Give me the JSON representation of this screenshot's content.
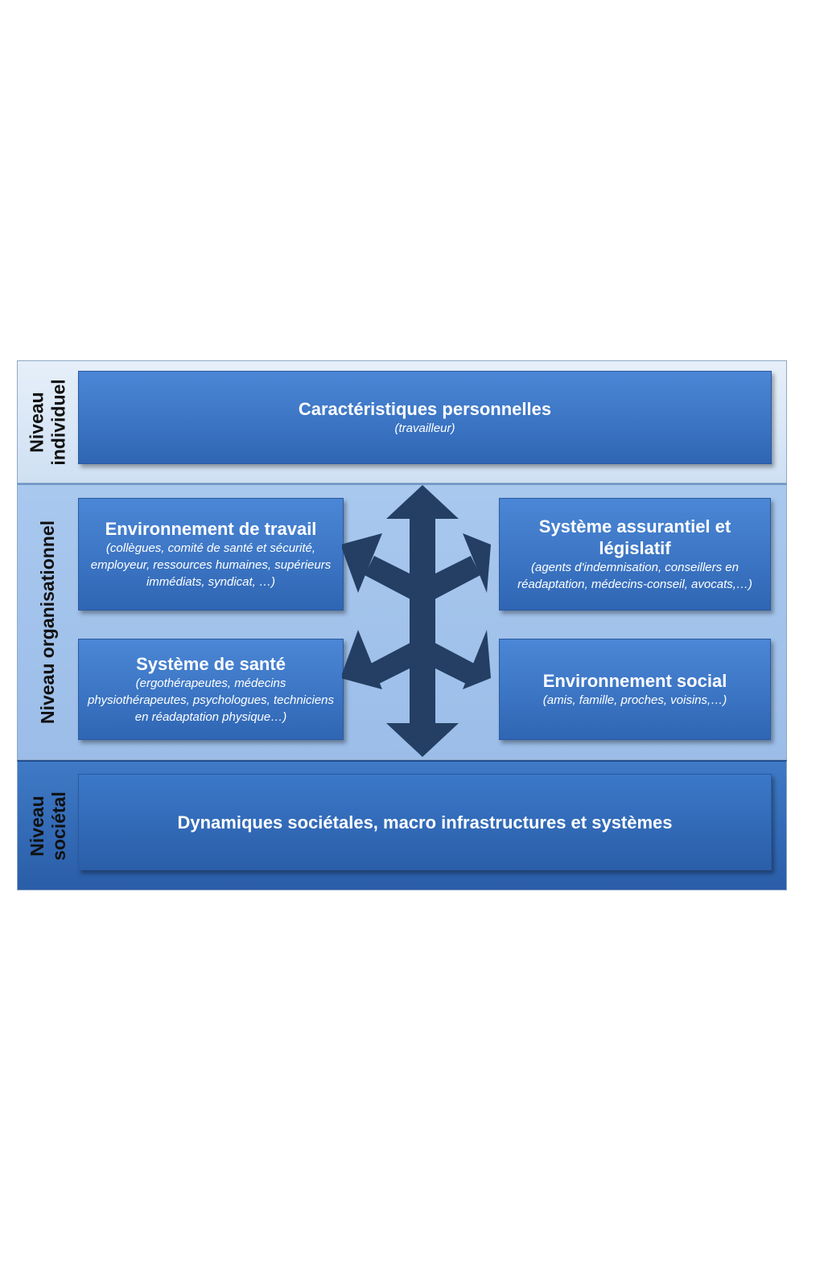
{
  "levels": {
    "individual": "Niveau individuel",
    "organizational": "Niveau organisationnel",
    "societal": "Niveau sociétal"
  },
  "boxes": {
    "personal": {
      "title": "Caractéristiques personnelles",
      "subtitle": "(travailleur)"
    },
    "work": {
      "title": "Environnement de travail",
      "subtitle": "(collègues, comité de santé et sécurité, employeur, ressources humaines, supérieurs immédiats, syndicat, …)"
    },
    "insurance": {
      "title": "Système assurantiel et législatif",
      "subtitle": "(agents d'indemnisation, conseillers en réadaptation, médecins-conseil, avocats,…)"
    },
    "health": {
      "title": "Système de santé",
      "subtitle": "(ergothérapeutes, médecins physiothérapeutes, psychologues, techniciens en réadaptation physique…)"
    },
    "social": {
      "title": "Environnement social",
      "subtitle": "(amis, famille, proches, voisins,…)"
    },
    "societal": {
      "title": "Dynamiques sociétales, macro infrastructures et systèmes"
    }
  },
  "colors": {
    "box_fill": "#3a74c4",
    "arrow_fill": "#243f63",
    "org_band": "#a5c4ec",
    "individual_band": "#dce9f7"
  }
}
